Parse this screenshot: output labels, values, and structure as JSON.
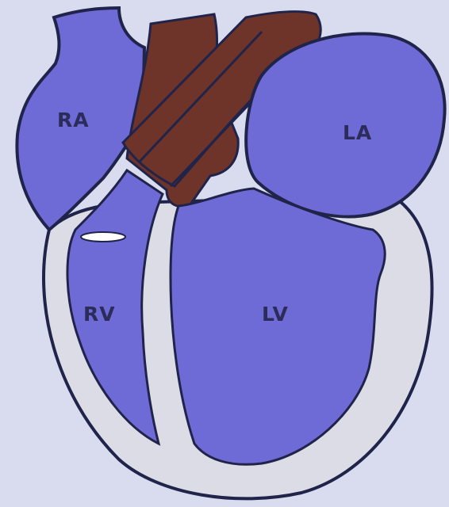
{
  "diagram": {
    "labels": {
      "ra": "RA",
      "la": "LA",
      "rv": "RV",
      "lv": "LV"
    },
    "colors": {
      "background": "#d9dcee",
      "chamber": "#6f6bd6",
      "myocardium": "#dcdce6",
      "great_vessels": "#6e3329",
      "outline": "#20244a",
      "valve": "#ffffff"
    }
  }
}
